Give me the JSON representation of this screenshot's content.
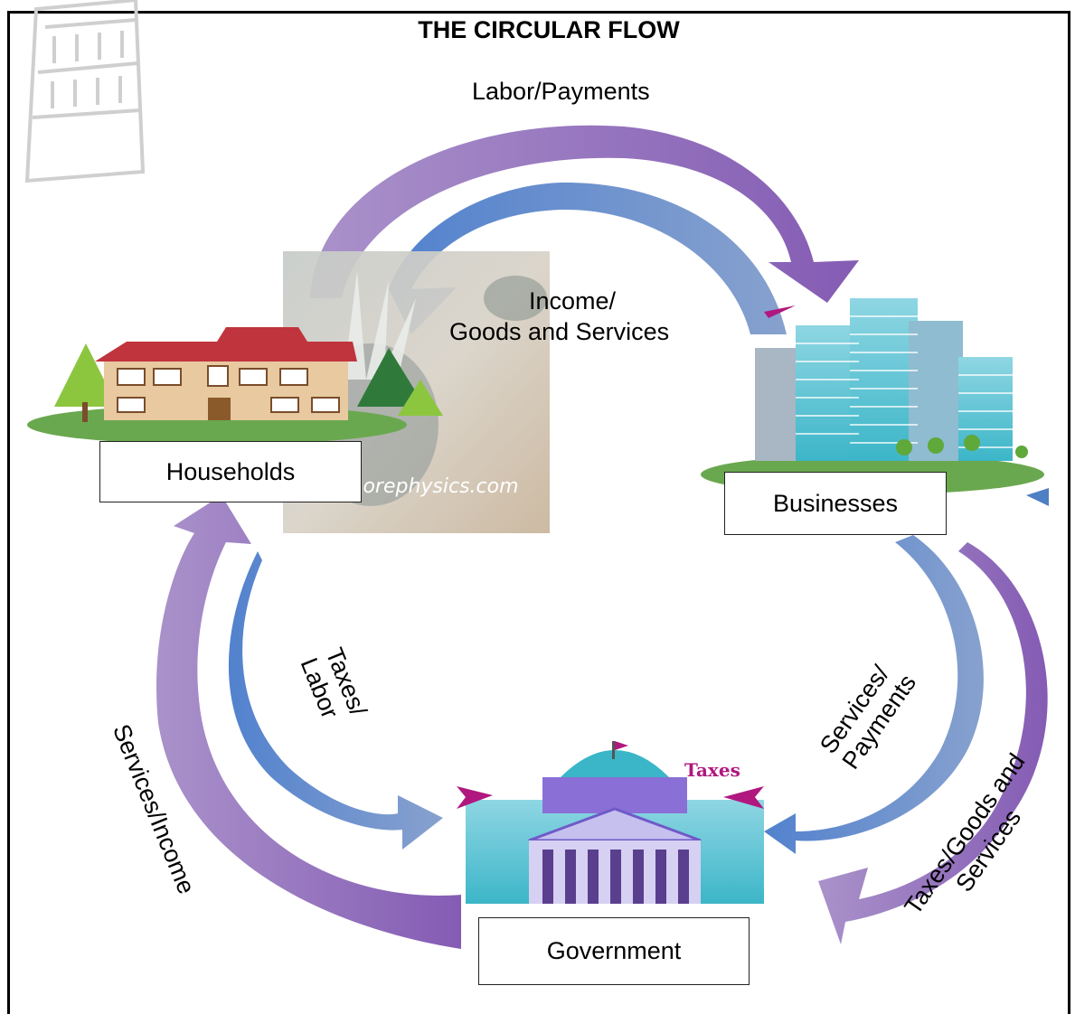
{
  "title": "THE CIRCULAR FLOW",
  "entities": {
    "households": "Households",
    "businesses": "Businesses",
    "government": "Government"
  },
  "flows": {
    "top_outer": "Labor/Payments",
    "top_inner_line1": "Income/",
    "top_inner_line2": "Goods and Services",
    "left_inner_line1": "Taxes/",
    "left_inner_line2": "Labor",
    "left_outer": "Services/Income",
    "right_inner_line1": "Services/",
    "right_inner_line2": "Payments",
    "right_outer_line1": "Taxes/Goods and",
    "right_outer_line2": "Services"
  },
  "watermark": "Stanmorephysics.com",
  "government_sign": "Taxes",
  "colors": {
    "purple_arrow": "#8a63b3",
    "blue_arrow": "#4f7fc4",
    "magenta": "#b0187f",
    "roof_red": "#c0343d",
    "grass_green": "#6aa84f"
  }
}
